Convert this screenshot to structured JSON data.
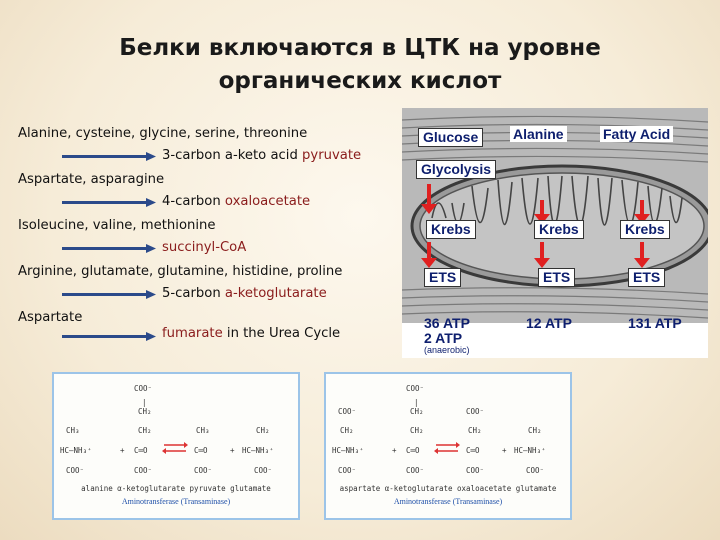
{
  "title": {
    "line1": "Белки включаются в ЦТК на уровне",
    "line2": "органических кислот"
  },
  "conversions": [
    {
      "source": "Alanine, cysteine, glycine, serine, threonine",
      "product_plain": "3-carbon a-keto acid ",
      "product_key": "pyruvate"
    },
    {
      "source": "Aspartate, asparagine",
      "product_plain": "4-carbon ",
      "product_key": "oxaloacetate"
    },
    {
      "source": "Isoleucine, valine, methionine",
      "product_plain": "",
      "product_key": "succinyl-CoA"
    },
    {
      "source": "Arginine, glutamate, glutamine, histidine, proline",
      "product_plain": "5-carbon ",
      "product_key": "a-ketoglutarate"
    },
    {
      "source": "Aspartate",
      "product_key": "fumarate",
      "product_suffix": " in the Urea Cycle"
    }
  ],
  "figure": {
    "header": [
      "Glucose",
      "Alanine",
      "Fatty Acid"
    ],
    "glycolysis": "Glycolysis",
    "krebs": "Krebs",
    "ets": "ETS",
    "atp_1": "36 ATP",
    "atp_1b": "2 ATP",
    "anaerobic": "(anaerobic)",
    "atp_2": "12 ATP",
    "atp_3": "131 ATP"
  },
  "schemes": [
    {
      "coo": "COO⁻",
      "ch2": "CH₂",
      "c_eq_o": "C═O",
      "amine_left": "HC—NH₃⁺",
      "amine_right": "HC—NH₃⁺",
      "ch3": "CH₃",
      "names": "alanine  α-ketoglutarate   pyruvate  glutamate",
      "enzyme": "Aminotransferase (Transaminase)"
    },
    {
      "coo": "COO⁻",
      "ch2": "CH₂",
      "c_eq_o": "C═O",
      "amine_left": "HC—NH₃⁺",
      "amine_right": "HC—NH₃⁺",
      "names": "aspartate  α-ketoglutarate  oxaloacetate  glutamate",
      "enzyme": "Aminotransferase (Transaminase)"
    }
  ],
  "colors": {
    "arrow": "#2b4a8a",
    "highlight": "#8a1c1c",
    "krebs_arrow": "#e02020",
    "figure_text": "#0e1f6e",
    "scheme_border": "#9cc4e8"
  }
}
